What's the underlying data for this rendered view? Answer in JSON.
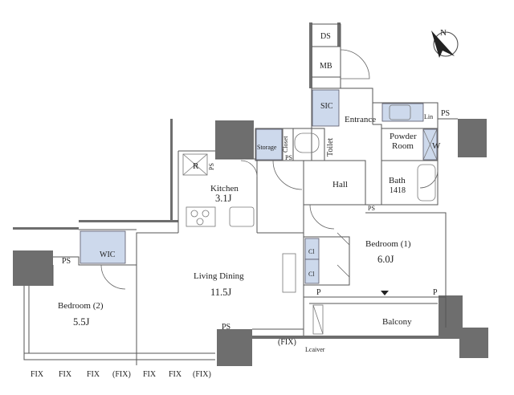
{
  "rooms": {
    "ds": "DS",
    "mb": "MB",
    "sic": "SIC",
    "entrance": "Entrance",
    "ps_top": "PS",
    "powder": "Powder",
    "powder2": "Room",
    "lin": "Lin",
    "w": "W",
    "storage": "Storage",
    "closet": "Closet",
    "toilet": "Toilet",
    "ps_toilet": "PS",
    "hall": "Hall",
    "bath": "Bath",
    "bath_size": "1418",
    "ps_bath": "PS",
    "r": "R",
    "ps_kitchen": "PS",
    "kitchen": "Kitchen",
    "kitchen_size": "3.1J",
    "living": "Living Dining",
    "living_size": "11.5J",
    "bedroom1": "Bedroom (1)",
    "bedroom1_size": "6.0J",
    "cl1": "Cl",
    "cl2": "Cl",
    "p1": "P",
    "p2": "P",
    "balcony": "Balcony",
    "lcaiver": "Lcaiver",
    "fix_balcony": "(FIX)",
    "wic": "WIC",
    "ps_bed2": "PS",
    "bedroom2": "Bedroom (2)",
    "bedroom2_size": "5.5J",
    "ps_living": "PS",
    "fix": [
      "FIX",
      "FIX",
      "FIX",
      "(FIX)",
      "FIX",
      "FIX",
      "(FIX)"
    ],
    "compass": "N"
  }
}
